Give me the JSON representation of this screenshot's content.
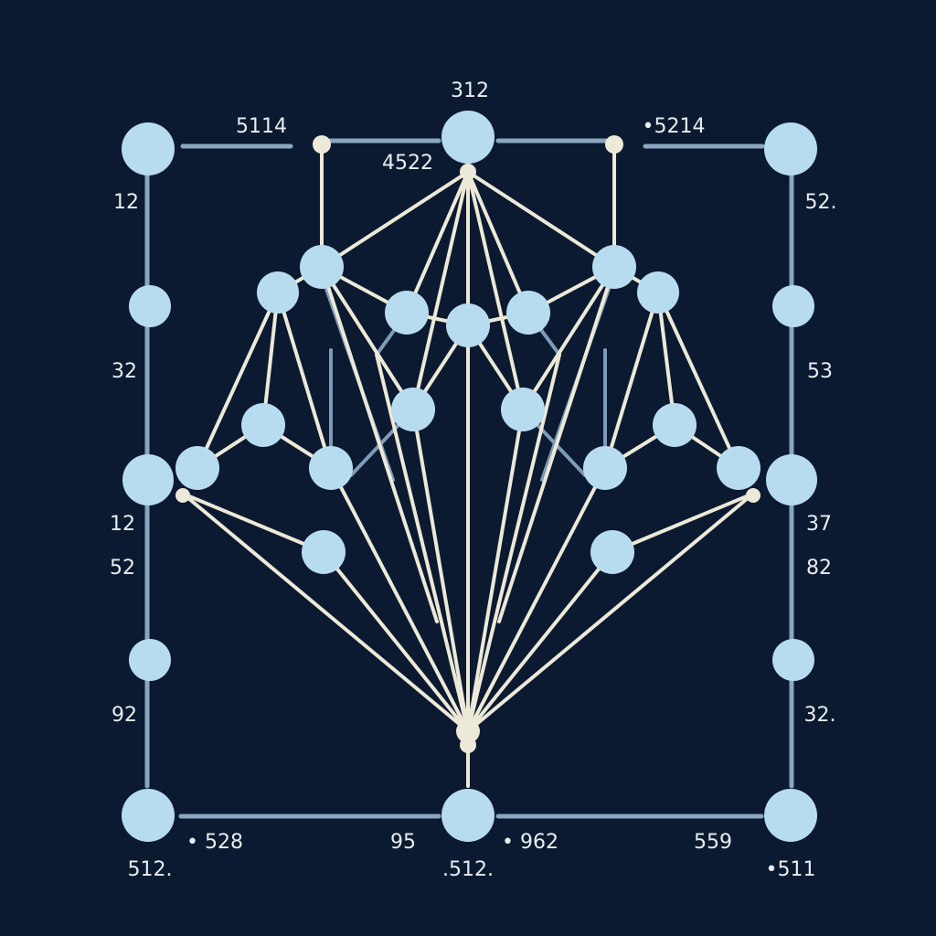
{
  "colors": {
    "background": "#0b1a30",
    "node": "#b8dcef",
    "edge_light": "#ede9d8",
    "edge_muted": "#7e9bb8",
    "frame": "#8aa7c1",
    "label": "#e9ecef"
  },
  "labels": {
    "top_center": "312",
    "top_left": "5114",
    "top_right": "•5214",
    "top_center_sub": "4522",
    "left_1": "12",
    "left_2": "32",
    "left_3": "12",
    "left_4": "52",
    "left_5": "92",
    "right_1": "52.",
    "right_2": "53",
    "right_3": "37",
    "right_4": "82",
    "right_5": "32.",
    "bottom_left_a": "• 528",
    "bottom_left_b": "512.",
    "bottom_center_a": "95",
    "bottom_center_b": "• 962",
    "bottom_center_c": ".512.",
    "bottom_right_a": "559",
    "bottom_right_b": "•511"
  }
}
